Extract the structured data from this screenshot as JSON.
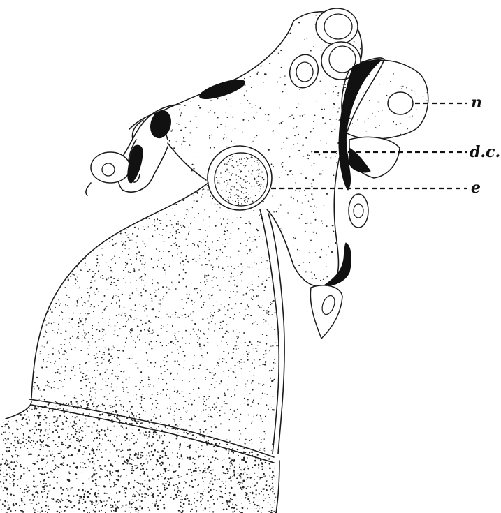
{
  "figure": {
    "labels": [
      {
        "key": "n",
        "text": "n"
      },
      {
        "key": "dc",
        "text": "d.c."
      },
      {
        "key": "e",
        "text": "e"
      }
    ]
  },
  "colors": {
    "ink": "#111111",
    "paper": "#ffffff"
  }
}
